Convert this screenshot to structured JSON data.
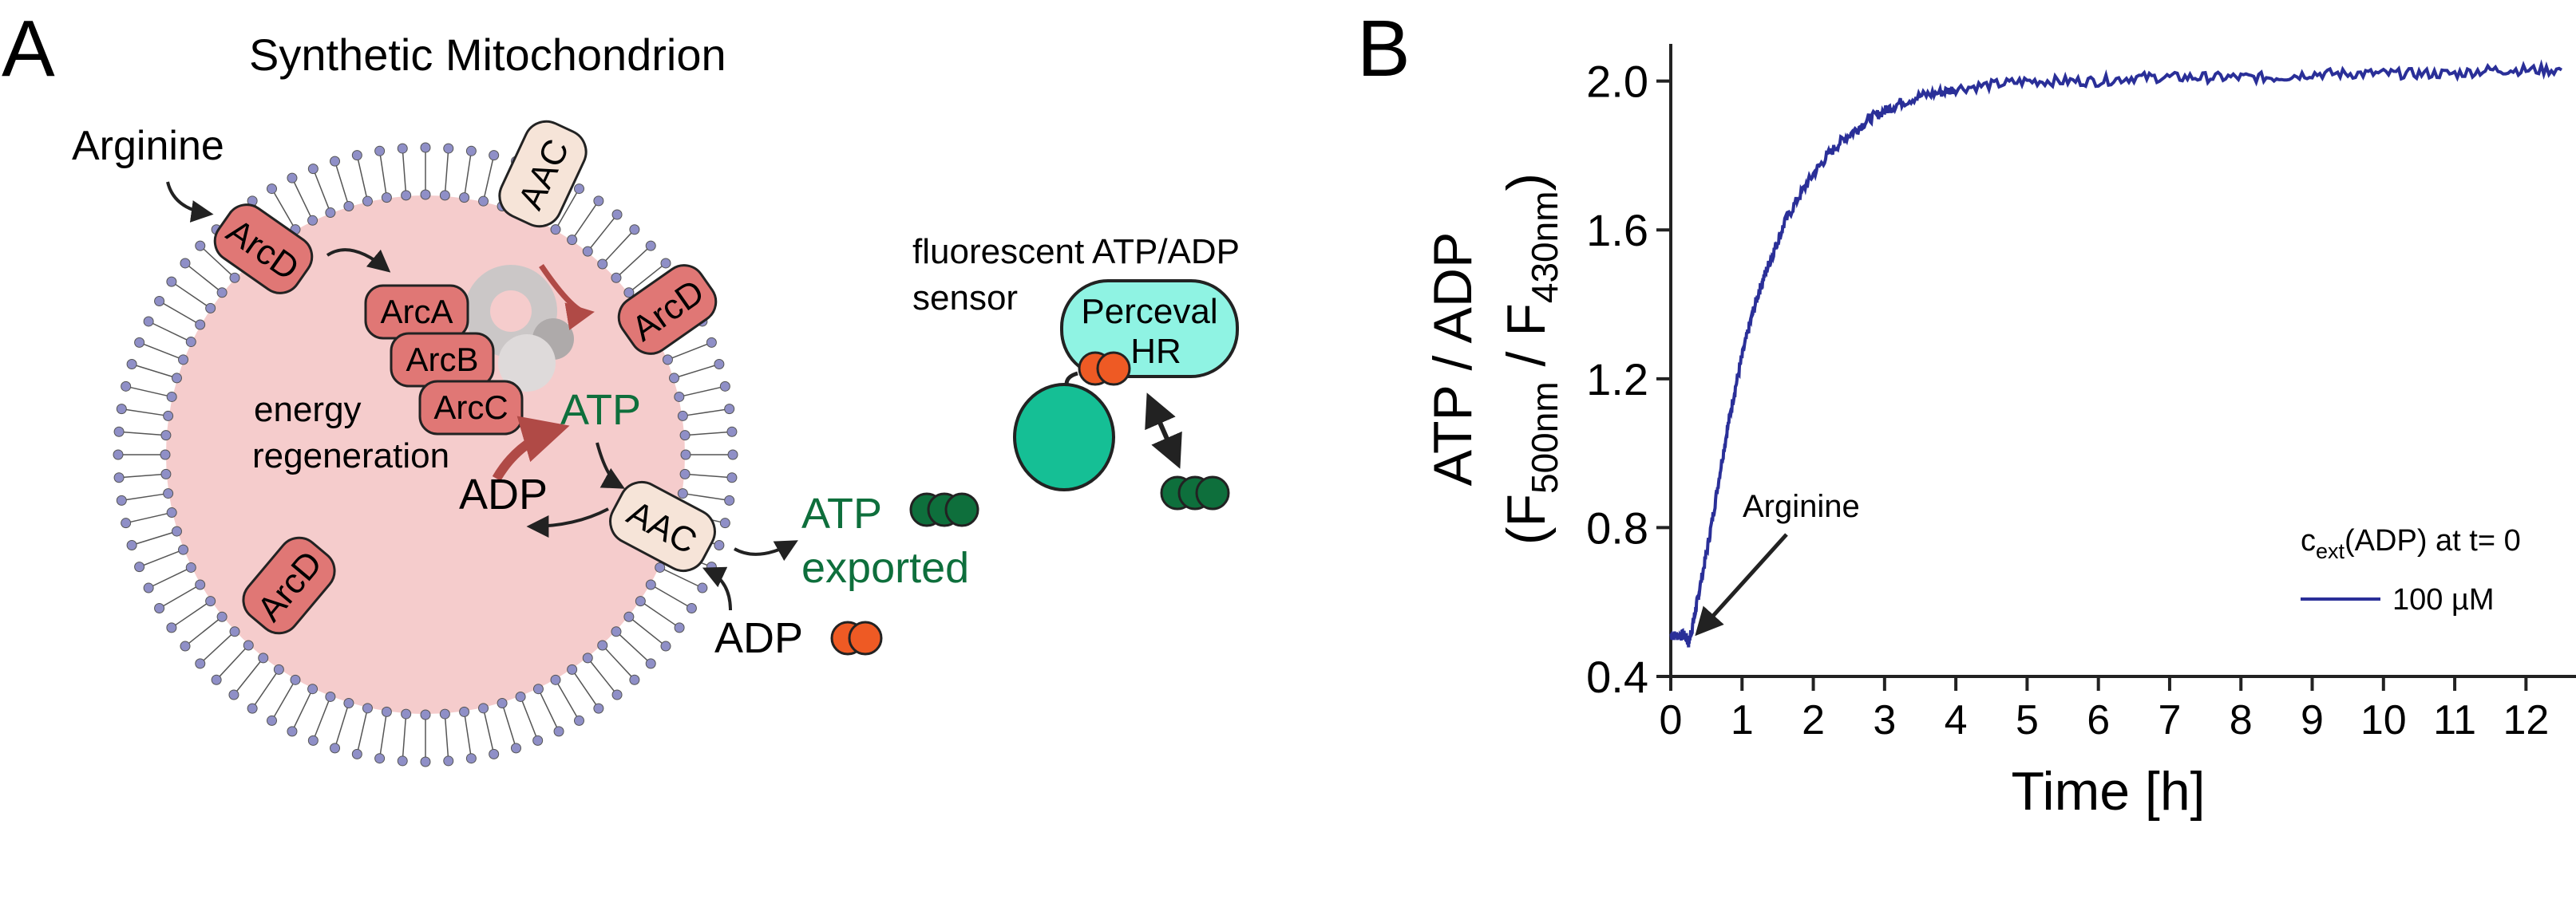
{
  "panel_a": {
    "letter": "A",
    "title": "Synthetic Mitochondrion",
    "arginine_label": "Arginine",
    "arcd_label": "ArcD",
    "aac_label": "AAC",
    "enzymes": [
      "ArcA",
      "ArcB",
      "ArcC"
    ],
    "energy_label_1": "energy",
    "energy_label_2": "regeneration",
    "atp_label": "ATP",
    "adp_label": "ADP",
    "exported_label_1": "ATP",
    "exported_label_2": "exported",
    "adp_external_label": "ADP",
    "sensor_label_1": "fluorescent ATP/ADP",
    "sensor_label_2": "sensor",
    "perceval_1": "Perceval",
    "perceval_2": "HR",
    "colors": {
      "lumen": "#f5cccc",
      "enzyme": "#e07775",
      "aac": "#f6e4d8",
      "lipid_head": "#8f8fc7",
      "atp_green": "#0e6f3c",
      "adp_orange": "#ee5a24",
      "sensor_teal": "#8ff3e3",
      "sensor_green": "#15bf95"
    }
  },
  "panel_b": {
    "letter": "B",
    "annotation": "Arginine",
    "legend_title_c": "c",
    "legend_title_sub": "ext",
    "legend_title_rest": "(ADP) at t= 0",
    "legend_entry": "100 µM",
    "y_main": "ATP / ADP",
    "y_open": "(F",
    "y_sub1": "500nm",
    "y_mid": " / F",
    "y_sub2": "430nm",
    "y_close": ")",
    "x_label": "Time [h]",
    "color": "#2a2f98"
  },
  "chart_data": {
    "type": "line",
    "title": "",
    "xlabel": "Time [h]",
    "ylabel": "ATP / ADP (F500nm / F430nm)",
    "xlim": [
      0,
      12.5
    ],
    "ylim": [
      0.4,
      2.1
    ],
    "xticks": [
      0,
      1,
      2,
      3,
      4,
      5,
      6,
      7,
      8,
      9,
      10,
      11,
      12
    ],
    "yticks": [
      0.4,
      0.8,
      1.2,
      1.6,
      2.0
    ],
    "ytick_labels": [
      "0.4",
      "0.8",
      "1.2",
      "1.6",
      "2.0"
    ],
    "legend_position": "right",
    "series": [
      {
        "name": "100 µM",
        "x": [
          0,
          0.1,
          0.2,
          0.25,
          0.3,
          0.35,
          0.4,
          0.5,
          0.6,
          0.7,
          0.8,
          0.9,
          1.0,
          1.1,
          1.2,
          1.3,
          1.4,
          1.5,
          1.6,
          1.8,
          2.0,
          2.2,
          2.4,
          2.6,
          2.8,
          3.0,
          3.2,
          3.5,
          3.8,
          4.0,
          4.5,
          5.0,
          5.5,
          6.0,
          6.5,
          7.0,
          7.5,
          8.0,
          8.5,
          9.0,
          9.5,
          10.0,
          10.5,
          11.0,
          11.5,
          12.0,
          12.5
        ],
        "y": [
          0.51,
          0.51,
          0.51,
          0.49,
          0.53,
          0.58,
          0.63,
          0.73,
          0.84,
          0.96,
          1.07,
          1.17,
          1.26,
          1.34,
          1.41,
          1.47,
          1.52,
          1.57,
          1.62,
          1.69,
          1.75,
          1.8,
          1.84,
          1.87,
          1.9,
          1.92,
          1.94,
          1.96,
          1.97,
          1.98,
          1.99,
          2.0,
          2.0,
          2.0,
          2.01,
          2.01,
          2.01,
          2.01,
          2.01,
          2.02,
          2.02,
          2.02,
          2.02,
          2.02,
          2.03,
          2.03,
          2.03
        ]
      }
    ],
    "annotations": [
      {
        "text": "Arginine",
        "x": 0.25,
        "y": 0.49
      }
    ]
  }
}
